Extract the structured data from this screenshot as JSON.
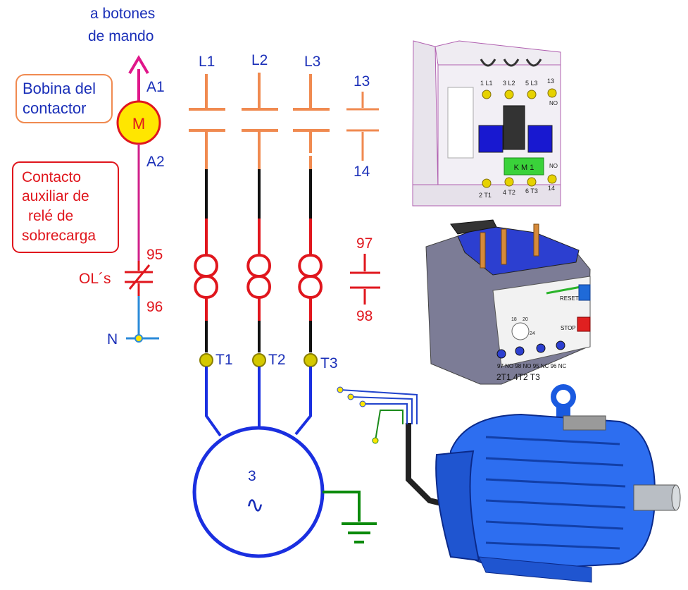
{
  "control": {
    "arrow_label_line1": "a botones",
    "arrow_label_line2": "de mando",
    "coil_terminal_top": "A1",
    "coil_terminal_bottom": "A2",
    "coil_symbol": "M",
    "coil_box_line1": "Bobina del",
    "coil_box_line2": "contactor",
    "aux_box_line1": "Contacto",
    "aux_box_line2": "auxiliar de",
    "aux_box_line3": "relé de",
    "aux_box_line4": "sobrecarga",
    "ol_label": "OL´s",
    "ol_terminal_top": "95",
    "ol_terminal_bottom": "96",
    "neutral_label": "N"
  },
  "power": {
    "phases": [
      "L1",
      "L2",
      "L3"
    ],
    "aux_contact_top": "13",
    "aux_contact_bottom": "14",
    "overload_contact_top": "97",
    "overload_contact_bottom": "98",
    "motor_terminals": [
      "T1",
      "T2",
      "T3"
    ],
    "motor_phase_count": "3",
    "motor_ac_symbol": "∿"
  },
  "contactor_image": {
    "terminals_top": [
      "1 L1",
      "3 L2",
      "5 L3",
      "13"
    ],
    "no_label": "NO",
    "terminals_bottom": [
      "2 T1",
      "4 T2",
      "6 T3",
      "14"
    ],
    "nameplate": "K M 1"
  },
  "relay_image": {
    "reset_label": "RESET",
    "stop_label": "STOP",
    "dial_numbers": [
      "18",
      "20",
      "24"
    ],
    "terminals_label": "97 NO 98   NO 95 NC 96 NC",
    "terminals_bottom": "2T1   4T2   T3"
  },
  "colors": {
    "phase_orange": "#f08a50",
    "wire_black": "#111111",
    "heater_red": "#e0161d",
    "motor_blue": "#1a2fe0",
    "ground_green": "#0a8a0a",
    "coil_yellow": "#ffe600",
    "control_magenta": "#d0208a",
    "neutral_blue": "#2a8ad8",
    "text_blue": "#1a2fb8",
    "text_red": "#e0161d"
  }
}
